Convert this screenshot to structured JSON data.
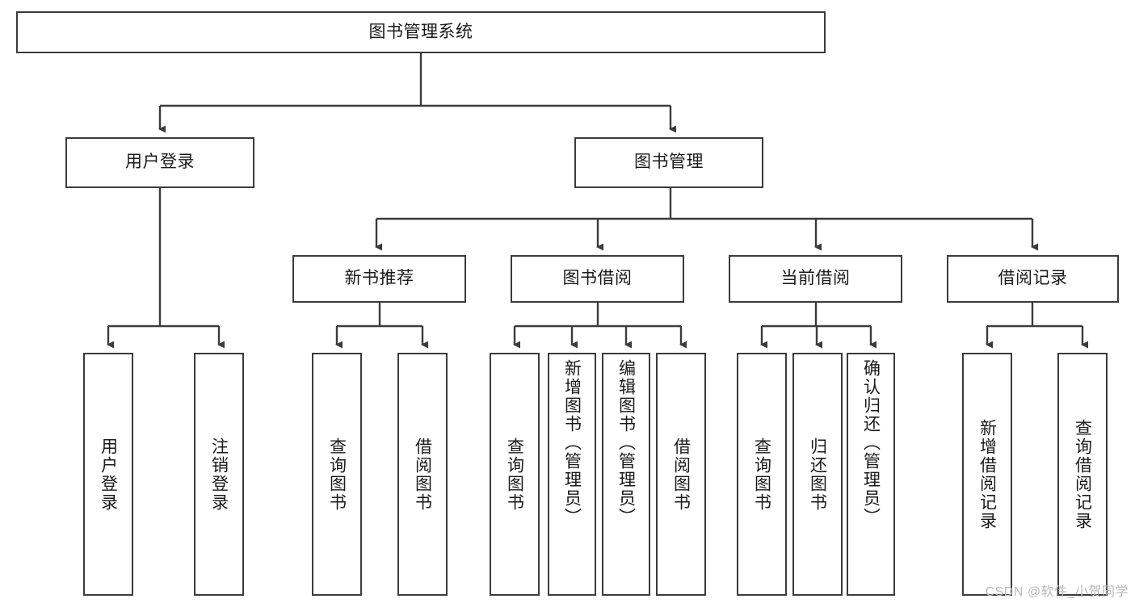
{
  "diagram": {
    "type": "tree",
    "title": "图书管理系统",
    "watermark": "CSDN @软件_小贺同学",
    "colors": {
      "box_border": "#3b3b3b",
      "box_fill": "#ffffff",
      "connector": "#3b3b3b",
      "text": "#1a1a1a",
      "watermark": "#b9b9b9",
      "background": "#ffffff"
    },
    "root": {
      "label": "图书管理系统"
    },
    "level2": [
      {
        "label": "用户登录"
      },
      {
        "label": "图书管理"
      }
    ],
    "level3": [
      {
        "label": "新书推荐"
      },
      {
        "label": "图书借阅"
      },
      {
        "label": "当前借阅"
      },
      {
        "label": "借阅记录"
      }
    ],
    "leaves": {
      "user_login": [
        {
          "label": "用户登录"
        },
        {
          "label": "注销登录"
        }
      ],
      "new_book_recommend": [
        {
          "label": "查询图书"
        },
        {
          "label": "借阅图书"
        }
      ],
      "book_borrow": [
        {
          "label": "查询图书"
        },
        {
          "label": "新增图书（管理员）"
        },
        {
          "label": "编辑图书（管理员）"
        },
        {
          "label": "借阅图书"
        }
      ],
      "current_borrow": [
        {
          "label": "查询图书"
        },
        {
          "label": "归还图书"
        },
        {
          "label": "确认归还（管理员）"
        }
      ],
      "borrow_record": [
        {
          "label": "新增借阅记录"
        },
        {
          "label": "查询借阅记录"
        }
      ]
    }
  }
}
